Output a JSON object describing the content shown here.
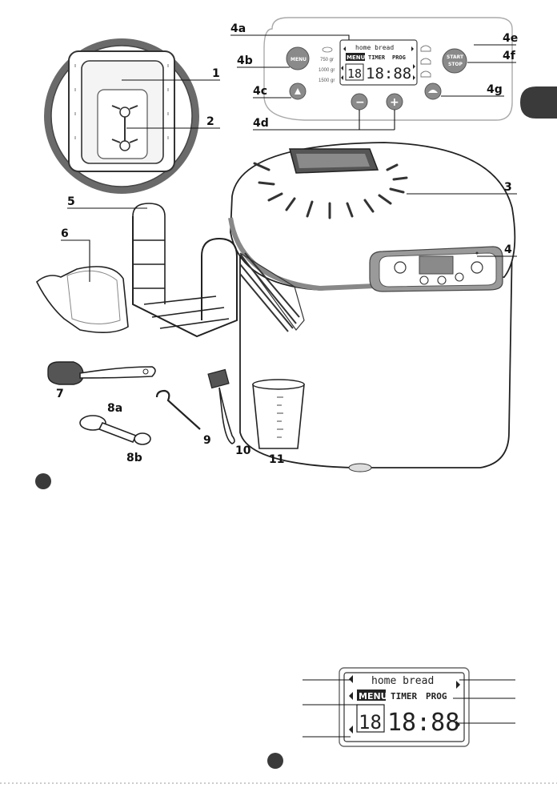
{
  "labels": {
    "l1": "1",
    "l2": "2",
    "l3": "3",
    "l4": "4",
    "l4a": "4a",
    "l4b": "4b",
    "l4c": "4c",
    "l4d": "4d",
    "l4e": "4e",
    "l4f": "4f",
    "l4g": "4g",
    "l5": "5",
    "l6": "6",
    "l7": "7",
    "l8a": "8a",
    "l8b": "8b",
    "l9": "9",
    "l10": "10",
    "l11": "11"
  },
  "control_panel": {
    "brand": "home bread",
    "menu_label": "MENU",
    "start_stop_line1": "START",
    "start_stop_line2": "STOP",
    "weights": [
      "750 gr",
      "1000 gr",
      "1500 gr"
    ],
    "lcd_menu_tag": "MENU",
    "lcd_timer": "TIMER",
    "lcd_prog": "PROG",
    "lcd_prog_digits": "18",
    "lcd_time": "18:88",
    "minus": "−",
    "plus": "+"
  },
  "lcd_zoom": {
    "brand": "home bread",
    "menu_tag": "MENU",
    "timer": "TIMER",
    "prog": "PROG",
    "prog_digits": "18",
    "time": "18:88"
  },
  "colors": {
    "badge": "#3a3a3a",
    "button_grey": "#8a8a8a"
  }
}
